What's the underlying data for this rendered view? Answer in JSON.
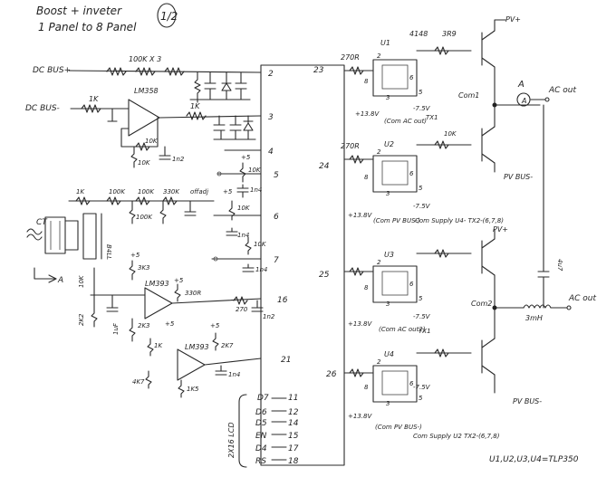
{
  "title": {
    "line1": "Boost + inveter",
    "line2": "1 Panel to 8 Panel",
    "page": "1/2"
  },
  "inputs": {
    "dc_bus_plus": "DC BUS+",
    "dc_bus_minus": "DC BUS-",
    "ct": "CT",
    "a_label": "A"
  },
  "left": {
    "r_100k_x3": "100K X 3",
    "r_1k_top": "1K",
    "r_1k_b": "1K",
    "opamp1": "LM358",
    "r_10k_a": "10K",
    "r_10k_b": "10K",
    "cap_1n2": "1n2",
    "plus5": "+5",
    "r_10k_c": "10K",
    "cap_1n4": "1n4",
    "r_1k_c": "1K",
    "r_100k_d": "100K",
    "r_100k_e": "100K",
    "r_330k": "330K",
    "offadj": "offadj",
    "r_100k_f": "100K",
    "r_10k_g": "10K",
    "r_1n4_b": "1n4",
    "r_10k_h": "10K",
    "r_1n4_c": "1n4",
    "plus5_b": "+5",
    "r_3k3": "3K3",
    "opamp2": "LM393",
    "plus5_c": "+5",
    "r_330r": "330R",
    "r_270": "270",
    "cap_1n2_b": "1n2",
    "r_2k3": "2K3",
    "plus5_d": "+5",
    "plus5_e": "+5",
    "r_1k_d": "1K",
    "opamp3": "LM393",
    "r_2k7": "2K7",
    "r_4k7": "4K7",
    "r_1k5": "1K5",
    "cap_1n4_d": "1n4",
    "bridge_label": "B4LL",
    "r_1k_e": "10K",
    "r_2k2": "2K2",
    "r_1uf": "1uF"
  },
  "mcu": {
    "pins_left": [
      "2",
      "3",
      "4",
      "5",
      "6",
      "7",
      "16",
      "21"
    ],
    "pins_right": [
      "23",
      "24",
      "25",
      "26"
    ],
    "lcd_pins": [
      {
        "name": "D7",
        "pin": "11"
      },
      {
        "name": "D6",
        "pin": "12"
      },
      {
        "name": "D5",
        "pin": "14"
      },
      {
        "name": "EN",
        "pin": "15"
      },
      {
        "name": "D4",
        "pin": "17"
      },
      {
        "name": "RS",
        "pin": "18"
      }
    ],
    "lcd_label": "2X16 LCD"
  },
  "drivers": [
    {
      "id": "U1",
      "resistor": "270R",
      "supply_pos": "+13.8V",
      "supply_neg": "-7.5V",
      "com": "(Com AC out)",
      "tx": "TX1",
      "pin_top": "2",
      "pin_a": "8",
      "pin_b": "6",
      "pin_c": "3",
      "pin_d": "5"
    },
    {
      "id": "U2",
      "resistor": "270R",
      "supply_pos": "+13.8V",
      "supply_neg": "-7.5V",
      "com": "(Com PV BUS-)",
      "tx": "Com Supply U4- TX2-(6,7,8)",
      "pin_top": "2",
      "pin_a": "8",
      "pin_b": "6",
      "pin_c": "3",
      "pin_d": "5"
    },
    {
      "id": "U3",
      "resistor": "",
      "supply_pos": "+13.8V",
      "supply_neg": "-7.5V",
      "com": "(Com AC out2)",
      "tx": "TX1",
      "pin_top": "2",
      "pin_a": "8",
      "pin_b": "6",
      "pin_c": "3",
      "pin_d": "5"
    },
    {
      "id": "U4",
      "resistor": "",
      "supply_pos": "+13.8V",
      "supply_neg": "-7.5V",
      "com": "(Com PV BUS-)",
      "tx": "Com Supply U2 TX2-(6,7,8)",
      "pin_top": "2",
      "pin_a": "8",
      "pin_b": "6",
      "pin_c": "3",
      "pin_d": "5"
    }
  ],
  "output": {
    "r_4148": "4148",
    "r_3r9": "3R9",
    "r_10k_gate": "10K",
    "pv_plus": "PV+",
    "pv_plus_b": "PV+",
    "pv_bus_minus": "PV BUS-",
    "pv_bus_minus_b": "PV BUS-",
    "com1": "Com1",
    "com2": "Com2",
    "ac_out_1": "AC out",
    "ac_out_2": "AC out",
    "ammeter": "A",
    "inductor": "3mH",
    "cap_out": "4u7"
  },
  "footer": "U1,U2,U3,U4=TLP350"
}
